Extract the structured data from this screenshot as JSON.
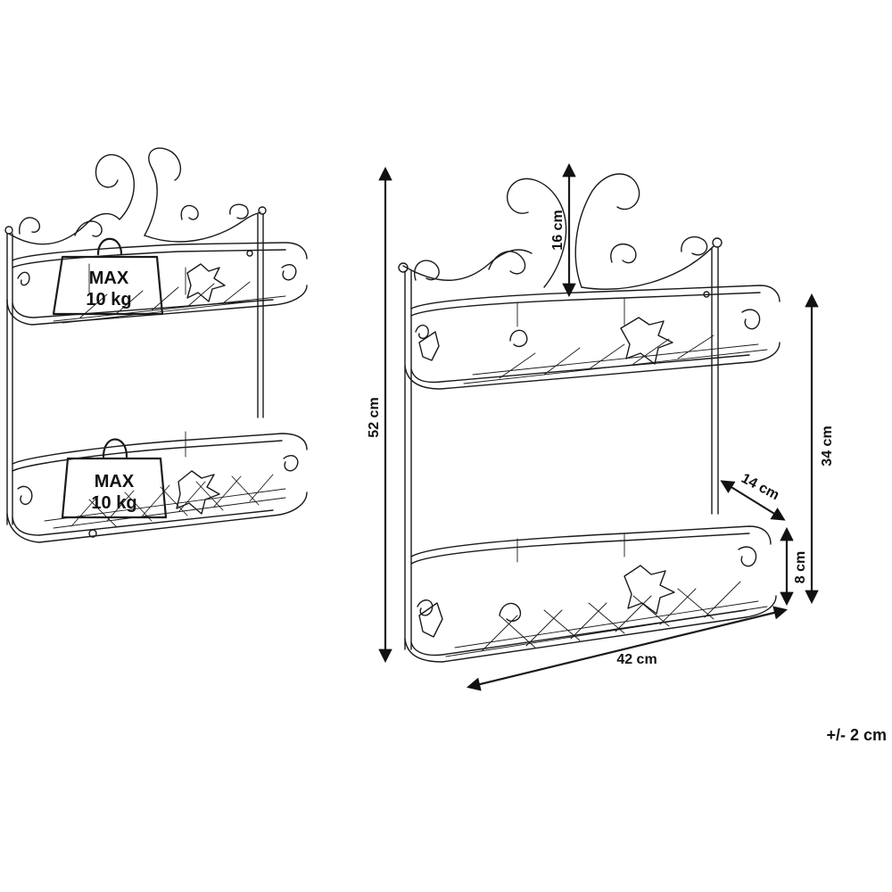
{
  "weight_badges": [
    {
      "line1": "MAX",
      "line2": "10 kg"
    },
    {
      "line1": "MAX",
      "line2": "10 kg"
    }
  ],
  "dimensions": {
    "total_height": "52 cm",
    "crest_height": "16 cm",
    "shelf_spacing": "34 cm",
    "depth": "14 cm",
    "rail_height": "8 cm",
    "width": "42 cm"
  },
  "tolerance": "+/- 2 cm"
}
